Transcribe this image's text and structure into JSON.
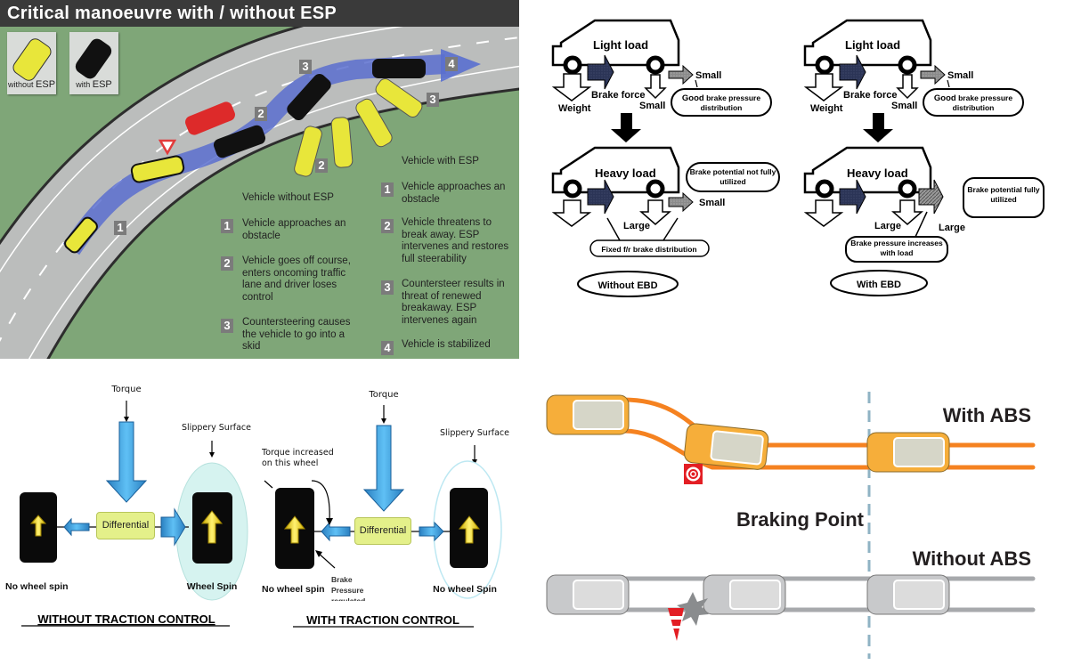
{
  "esp_panel": {
    "title": "Critical manoeuvre with / without ESP",
    "legend": [
      {
        "prefix": "without",
        "suffix": "ESP",
        "car_color": "#e8e63a"
      },
      {
        "prefix": "with",
        "suffix": "ESP",
        "car_color": "#111111"
      }
    ],
    "road_markers": [
      "1",
      "2",
      "3",
      "4",
      "2",
      "3"
    ],
    "without_esp": {
      "heading": "Vehicle without ESP",
      "steps": [
        {
          "num": "1",
          "text": "Vehicle approaches an obstacle"
        },
        {
          "num": "2",
          "text": "Vehicle goes off course, enters oncoming traffic lane and driver loses control"
        },
        {
          "num": "3",
          "text": "Countersteering causes the vehicle to go into a skid"
        }
      ]
    },
    "with_esp": {
      "heading": "Vehicle with ESP",
      "steps": [
        {
          "num": "1",
          "text": "Vehicle approaches an obstacle"
        },
        {
          "num": "2",
          "text": "Vehicle threatens to break away. ESP intervenes and restores full steerability"
        },
        {
          "num": "3",
          "text": "Countersteer results in threat of renewed breakaway. ESP intervenes again"
        },
        {
          "num": "4",
          "text": "Vehicle is stabilized"
        }
      ]
    },
    "colors": {
      "grass": "#7fa678",
      "road": "#b9bbba",
      "path": "#5a6fcf",
      "header": "#3a3a3a"
    }
  },
  "ebd_panel": {
    "without": {
      "light": {
        "label": "Light load",
        "weight": "Weight",
        "brake_force": "Brake force",
        "rear_small_down": "Small",
        "rear_small_right": "Small",
        "callout_bold": "Good",
        "callout_rest": "brake pressure",
        "callout_line2": "distribution"
      },
      "heavy": {
        "label": "Heavy load",
        "large": "Large",
        "small": "Small",
        "callout": "Brake potential not fully utilized",
        "fixed": "Fixed f/r brake distribution"
      },
      "caption": "Without EBD"
    },
    "with": {
      "light": {
        "label": "Light load",
        "weight": "Weight",
        "brake_force": "Brake force",
        "rear_small_down": "Small",
        "rear_small_right": "Small",
        "callout_bold": "Good",
        "callout_rest": "brake pressure",
        "callout_line2": "distribution"
      },
      "heavy": {
        "label": "Heavy load",
        "large_down": "Large",
        "large_right": "Large",
        "callout": "Brake potential fully utilized",
        "increase": "Brake pressure increases with load"
      },
      "caption": "With EBD"
    }
  },
  "traction_panel": {
    "without": {
      "torque": "Torque",
      "slippery": "Slippery Surface",
      "differential": "Differential",
      "left_wheel": "No wheel spin",
      "right_wheel": "Wheel Spin",
      "title": "WITHOUT TRACTION CONTROL"
    },
    "with": {
      "torque": "Torque",
      "slippery": "Slippery Surface",
      "torque_increased": "Torque increased on this wheel",
      "differential": "Differential",
      "brake_pressure": "Brake Pressure regulated",
      "left_wheel": "No wheel spin",
      "right_wheel": "No wheel Spin",
      "title": "WITH TRACTION CONTROL"
    },
    "colors": {
      "arrow": "#3aa0e0",
      "wheel": "#0a0a0a",
      "diff": "#e4f08a",
      "glow": "#c9f0ec"
    }
  },
  "abs_panel": {
    "with_label": "With ABS",
    "braking_label": "Braking Point",
    "without_label": "Without ABS",
    "colors": {
      "with_track": "#f58220",
      "with_car": "#f6ae3a",
      "without_track": "#a7a9ac",
      "without_car": "#c8c9cb",
      "braking_line": "#8fb3c4",
      "target": "#e31e24"
    }
  }
}
